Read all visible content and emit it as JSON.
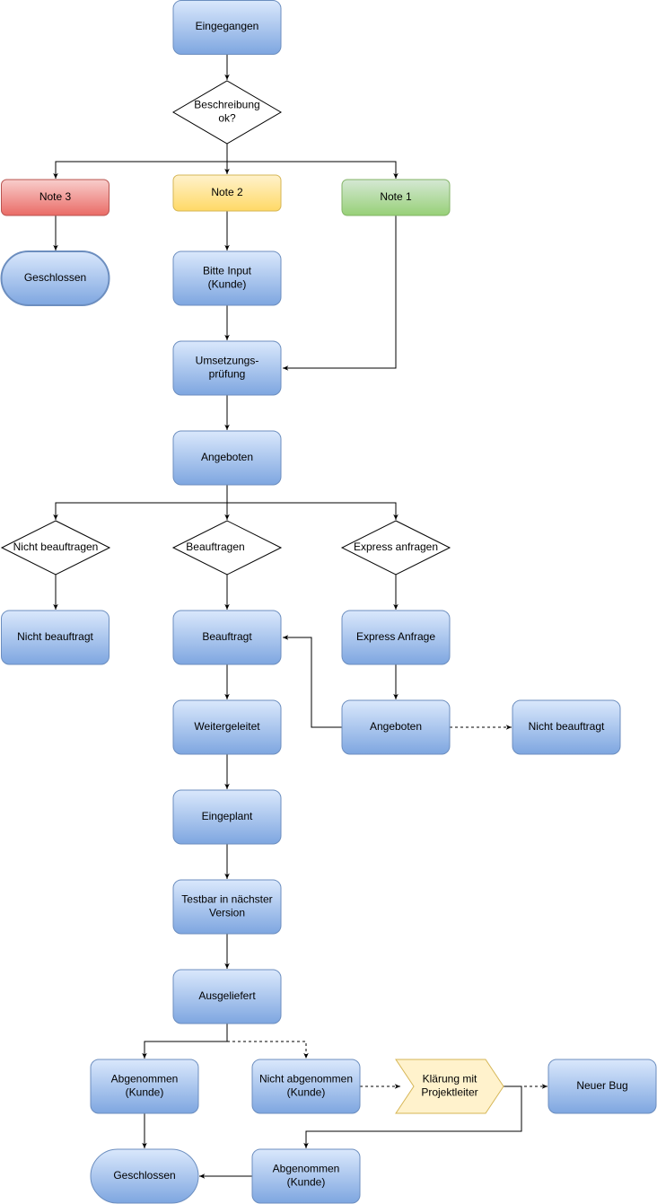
{
  "nodes": {
    "eingegangen": {
      "lines": [
        "Eingegangen"
      ]
    },
    "beschreibung": {
      "lines": [
        "Beschreibung",
        "ok?"
      ]
    },
    "note3": {
      "lines": [
        "Note 3"
      ]
    },
    "note2": {
      "lines": [
        "Note 2"
      ]
    },
    "note1": {
      "lines": [
        "Note 1"
      ]
    },
    "geschlossen1": {
      "lines": [
        "Geschlossen"
      ]
    },
    "bitte_input": {
      "lines": [
        "Bitte Input",
        "(Kunde)"
      ]
    },
    "umsetzung": {
      "lines": [
        "Umsetzungs-",
        "prüfung"
      ]
    },
    "angeboten1": {
      "lines": [
        "Angeboten"
      ]
    },
    "nicht_beauftragen": {
      "lines": [
        "Nicht beauftragen"
      ]
    },
    "beauftragen": {
      "lines": [
        "Beauftragen"
      ]
    },
    "express_anfragen": {
      "lines": [
        "Express anfragen"
      ]
    },
    "nicht_beauftragt1": {
      "lines": [
        "Nicht beauftragt"
      ]
    },
    "beauftragt": {
      "lines": [
        "Beauftragt"
      ]
    },
    "express_anfrage": {
      "lines": [
        "Express Anfrage"
      ]
    },
    "weitergeleitet": {
      "lines": [
        "Weitergeleitet"
      ]
    },
    "angeboten2": {
      "lines": [
        "Angeboten"
      ]
    },
    "nicht_beauftragt2": {
      "lines": [
        "Nicht beauftragt"
      ]
    },
    "eingeplant": {
      "lines": [
        "Eingeplant"
      ]
    },
    "testbar": {
      "lines": [
        "Testbar in nächster",
        "Version"
      ]
    },
    "ausgeliefert": {
      "lines": [
        "Ausgeliefert"
      ]
    },
    "abgenommen1": {
      "lines": [
        "Abgenommen",
        "(Kunde)"
      ]
    },
    "nicht_abgenommen": {
      "lines": [
        "Nicht abgenommen",
        "(Kunde)"
      ]
    },
    "klaerung": {
      "lines": [
        "Klärung mit",
        "Projektleiter"
      ]
    },
    "neuer_bug": {
      "lines": [
        "Neuer Bug"
      ]
    },
    "geschlossen2": {
      "lines": [
        "Geschlossen"
      ]
    },
    "abgenommen2": {
      "lines": [
        "Abgenommen",
        "(Kunde)"
      ]
    }
  },
  "colors": {
    "blue_fill_top": "#dae8fc",
    "blue_fill_bottom": "#7ea6e0",
    "blue_stroke": "#6c8ebf",
    "red_fill_top": "#f8cecc",
    "red_fill_bottom": "#ea6b66",
    "red_stroke": "#b85450",
    "yellow_fill_top": "#fff2cc",
    "yellow_fill_bottom": "#ffd966",
    "yellow_stroke": "#d6b656",
    "green_fill_top": "#d5e8d4",
    "green_fill_bottom": "#97d077",
    "green_stroke": "#82b366",
    "step_fill": "#fff2cc",
    "step_stroke": "#d6b656"
  }
}
